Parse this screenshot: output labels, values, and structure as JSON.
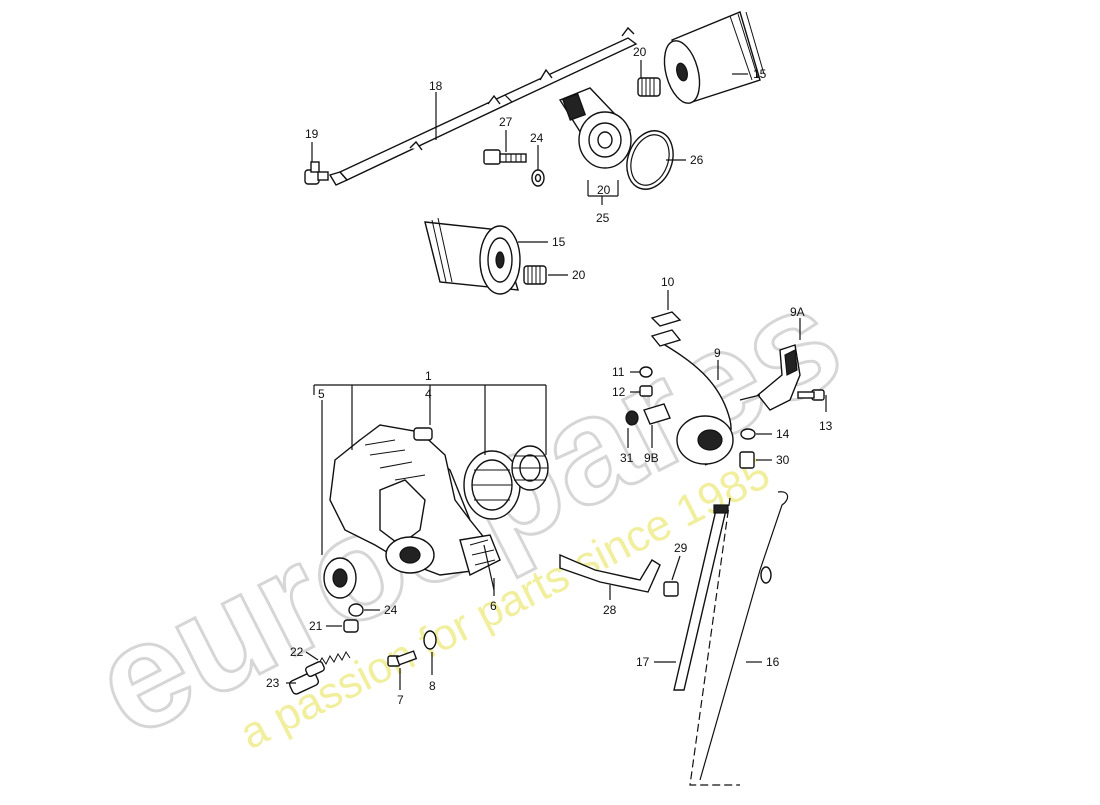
{
  "watermark": {
    "logo": "eurospares",
    "tagline": "a passion for parts since 1985"
  },
  "callouts": {
    "c1": "1",
    "c4": "4",
    "c5": "5",
    "c6": "6",
    "c7": "7",
    "c8": "8",
    "c9": "9",
    "c9a": "9A",
    "c9b": "9B",
    "c10": "10",
    "c11": "11",
    "c12": "12",
    "c13": "13",
    "c14": "14",
    "c15a": "15",
    "c15b": "15",
    "c16": "16",
    "c17": "17",
    "c18": "18",
    "c19": "19",
    "c20a": "20",
    "c20b": "20",
    "c20c": "20",
    "c21": "21",
    "c22": "22",
    "c23": "23",
    "c24a": "24",
    "c24b": "24",
    "c25": "25",
    "c26": "26",
    "c27": "27",
    "c28": "28",
    "c29": "29",
    "c30": "30",
    "c31": "31"
  }
}
